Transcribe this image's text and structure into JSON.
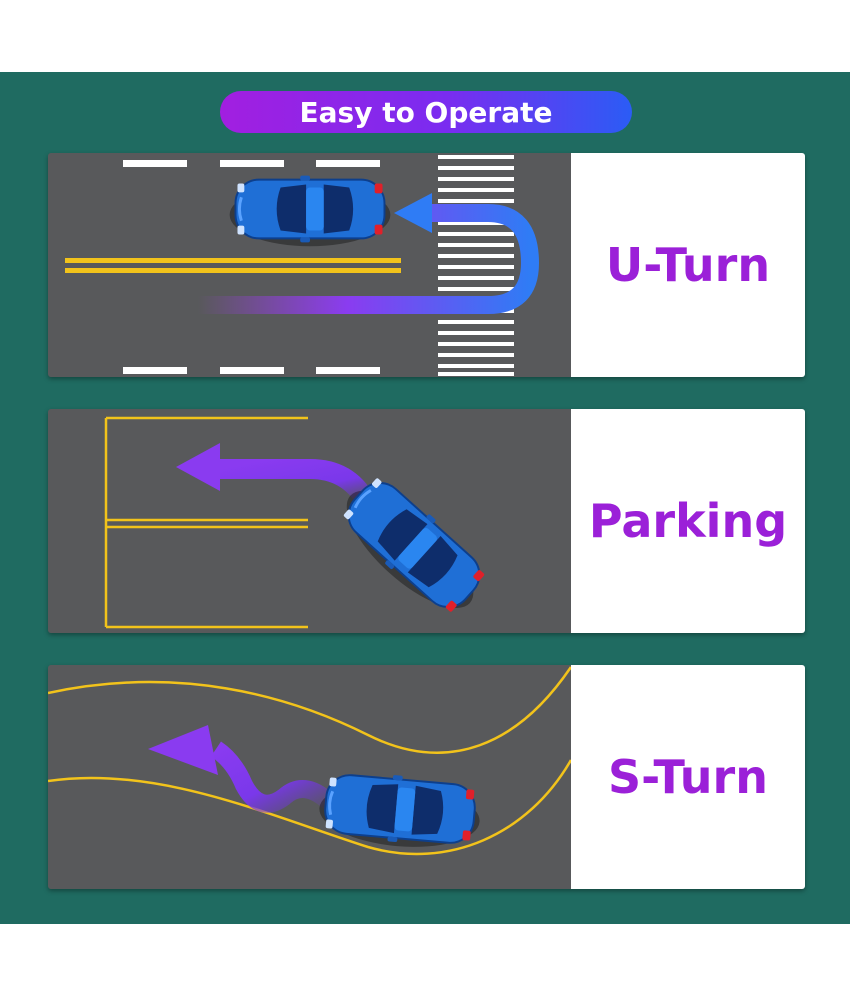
{
  "banner": {
    "title": "Easy to Operate"
  },
  "panels": [
    {
      "label": "U-Turn"
    },
    {
      "label": "Parking"
    },
    {
      "label": "S-Turn"
    }
  ],
  "icons": [
    "car-icon",
    "u-turn-arrow-icon",
    "left-turn-arrow-icon",
    "s-curve-arrow-icon"
  ],
  "colors": {
    "background": "#1f6b61",
    "road": "#58595b",
    "lane_yellow": "#f2c31b",
    "label_purple": "#9b20d8",
    "car_blue": "#1f6fd6"
  }
}
